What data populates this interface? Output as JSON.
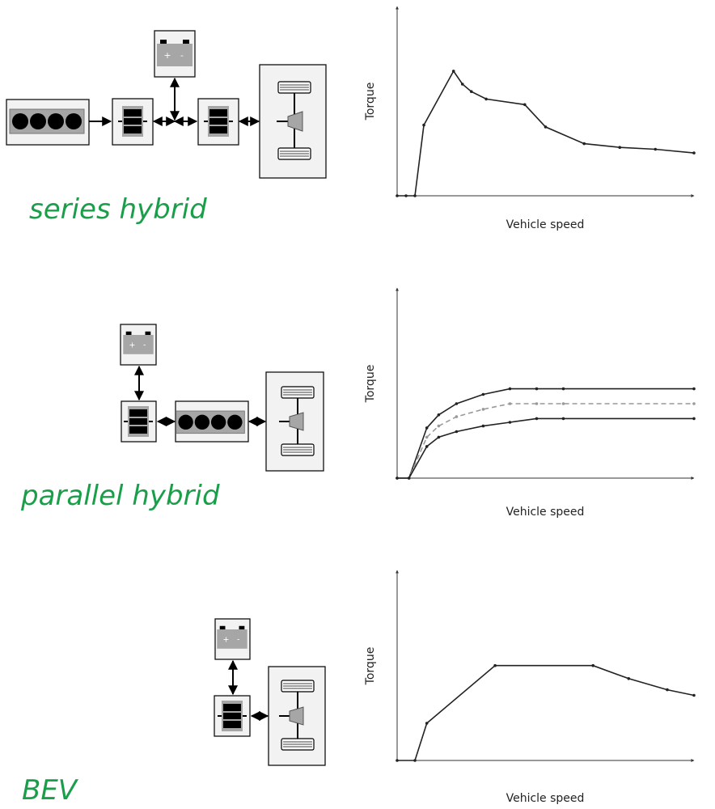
{
  "sections": [
    {
      "label": "series hybrid",
      "chart": {
        "xlabel": "Vehicle speed",
        "ylabel": "Torque"
      }
    },
    {
      "label": "parallel hybrid",
      "chart": {
        "xlabel": "Vehicle speed",
        "ylabel": "Torque"
      }
    },
    {
      "label": "BEV",
      "chart": {
        "xlabel": "Vehicle speed",
        "ylabel": "Torque"
      }
    }
  ],
  "battery_signs": {
    "plus": "+",
    "minus": "-"
  },
  "colors": {
    "label_green": "#1a9e4a",
    "curve": "#222222",
    "curve_dashed": "#999999",
    "box_fill": "#f2f2f2"
  },
  "chart_data": [
    {
      "type": "line",
      "xlabel": "Vehicle speed",
      "ylabel": "Torque",
      "xlim": [
        0,
        100
      ],
      "ylim": [
        0,
        100
      ],
      "series": [
        {
          "style": "solid",
          "x": [
            0,
            3,
            6,
            9,
            19,
            22,
            25,
            30,
            43,
            50,
            63,
            75,
            87,
            100
          ],
          "y": [
            0,
            0,
            0,
            38,
            67,
            60,
            56,
            52,
            49,
            37,
            28,
            26,
            25,
            23
          ]
        }
      ]
    },
    {
      "type": "line",
      "xlabel": "Vehicle speed",
      "ylabel": "Torque",
      "xlim": [
        0,
        100
      ],
      "ylim": [
        0,
        100
      ],
      "series": [
        {
          "style": "solid",
          "x": [
            0,
            4,
            10,
            14,
            20,
            29,
            38,
            47,
            56,
            100
          ],
          "y": [
            0,
            0,
            27,
            34,
            40,
            45,
            48,
            48,
            48,
            48
          ]
        },
        {
          "style": "dashed",
          "x": [
            0,
            4,
            10,
            14,
            20,
            29,
            38,
            47,
            56,
            100
          ],
          "y": [
            0,
            0,
            22,
            28,
            33,
            37,
            40,
            40,
            40,
            40
          ]
        },
        {
          "style": "solid",
          "x": [
            0,
            4,
            10,
            14,
            20,
            29,
            38,
            47,
            56,
            100
          ],
          "y": [
            0,
            0,
            17,
            22,
            25,
            28,
            30,
            32,
            32,
            32
          ]
        }
      ]
    },
    {
      "type": "line",
      "xlabel": "Vehicle speed",
      "ylabel": "Torque",
      "xlim": [
        0,
        100
      ],
      "ylim": [
        0,
        100
      ],
      "series": [
        {
          "style": "solid",
          "x": [
            0,
            6,
            10,
            33,
            66,
            78,
            91,
            100
          ],
          "y": [
            0,
            0,
            20,
            51,
            51,
            44,
            38,
            35
          ]
        }
      ]
    }
  ]
}
